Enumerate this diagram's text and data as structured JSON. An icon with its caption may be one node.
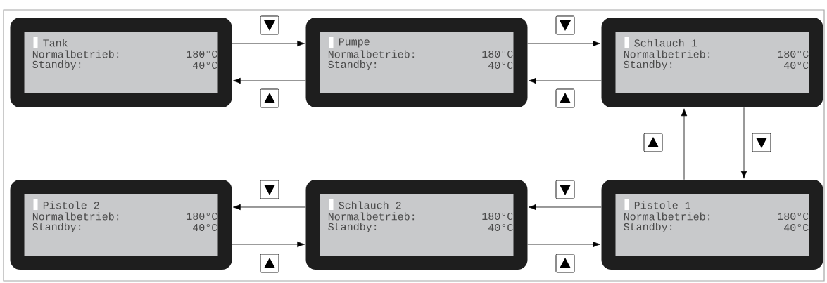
{
  "diagram": {
    "nodes": [
      {
        "text": [
          "Tank",
          "Normalbetrieb:",
          "180°C",
          "Standby:",
          "40°C"
        ]
      },
      {
        "text": [
          "Pumpe",
          "Normalbetrieb:",
          "180°C",
          "Standby:",
          "40°C"
        ]
      },
      {
        "text": [
          "Schlauch 1",
          "Normalbetrieb:",
          "180°C",
          "Standby:",
          "40°C"
        ]
      },
      {
        "text": [
          "Pistole 2",
          "Normalbetrieb:",
          "180°C",
          "Standby:",
          "40°C"
        ]
      },
      {
        "text": [
          "Schlauch 2",
          "Normalbetrieb:",
          "180°C",
          "Standby:",
          "40°C"
        ]
      },
      {
        "text": [
          "Pistole 1",
          "Normalbetrieb:",
          "180°C",
          "Standby:",
          "40°C"
        ]
      }
    ],
    "edges": [
      {
        "from": 0,
        "to": 1,
        "arrow": "to"
      },
      {
        "from": 1,
        "to": 0,
        "arrow": "to"
      },
      {
        "from": 1,
        "to": 2,
        "arrow": "to"
      },
      {
        "from": 2,
        "to": 1,
        "arrow": "to"
      },
      {
        "from": 2,
        "to": 5,
        "arrow": "to"
      },
      {
        "from": 5,
        "to": 2,
        "arrow": "to"
      },
      {
        "from": 5,
        "to": 4,
        "arrow": "to"
      },
      {
        "from": 4,
        "to": 5,
        "arrow": "to"
      },
      {
        "from": 4,
        "to": 3,
        "arrow": "to"
      },
      {
        "from": 3,
        "to": 4,
        "arrow": "to"
      }
    ]
  }
}
